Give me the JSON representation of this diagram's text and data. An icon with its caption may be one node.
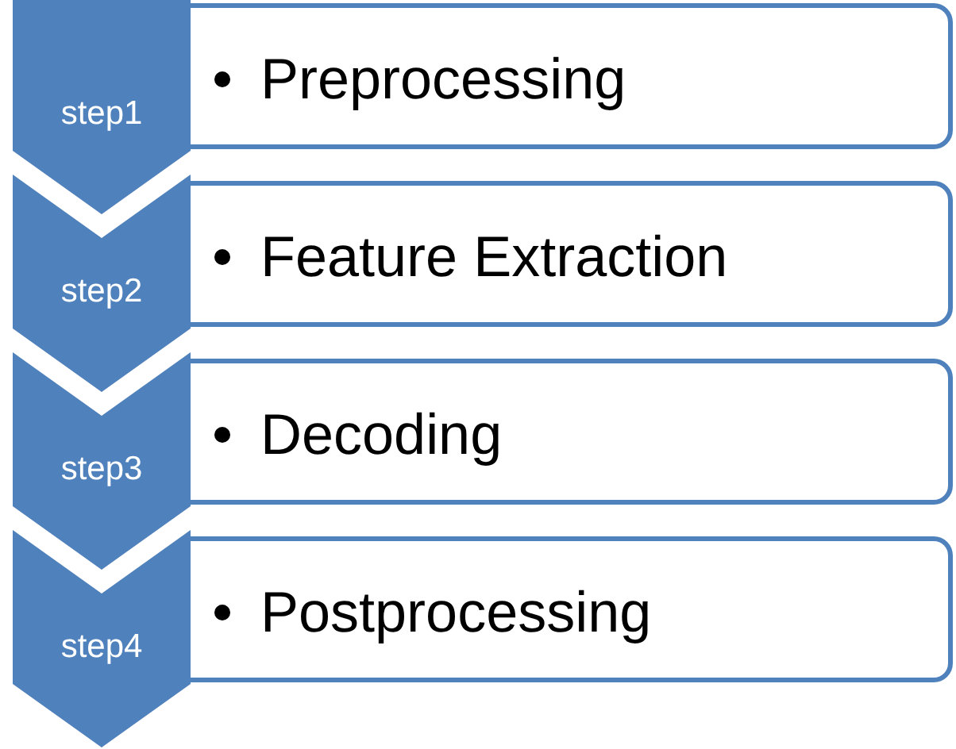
{
  "diagram": {
    "nodes": [
      {
        "text": [
          "step1"
        ]
      },
      {
        "text": [
          "Preprocessing"
        ]
      },
      {
        "text": [
          "step2"
        ]
      },
      {
        "text": [
          "Feature Extraction"
        ]
      },
      {
        "text": [
          "step3"
        ]
      },
      {
        "text": [
          "Decoding"
        ]
      },
      {
        "text": [
          "step4"
        ]
      },
      {
        "text": [
          "Postprocessing"
        ]
      }
    ]
  }
}
